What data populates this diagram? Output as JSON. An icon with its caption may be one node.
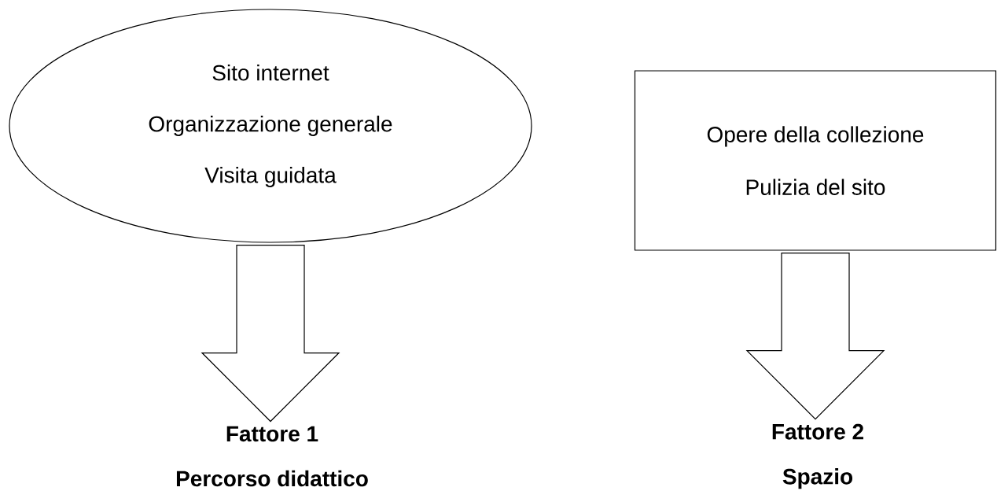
{
  "diagram": {
    "nodes": [
      {
        "text": [
          "Sito internet",
          "Organizzazione generale",
          "Visita guidata"
        ]
      },
      {
        "text": [
          "Opere della collezione",
          "Pulizia del sito"
        ]
      },
      {
        "text": [
          "Fattore 1",
          "Percorso didattico"
        ]
      },
      {
        "text": [
          "Fattore 2",
          "Spazio"
        ]
      }
    ],
    "edges": [
      {
        "from": 0,
        "to": 2,
        "arrow": "to"
      },
      {
        "from": 1,
        "to": 3,
        "arrow": "to"
      }
    ]
  }
}
